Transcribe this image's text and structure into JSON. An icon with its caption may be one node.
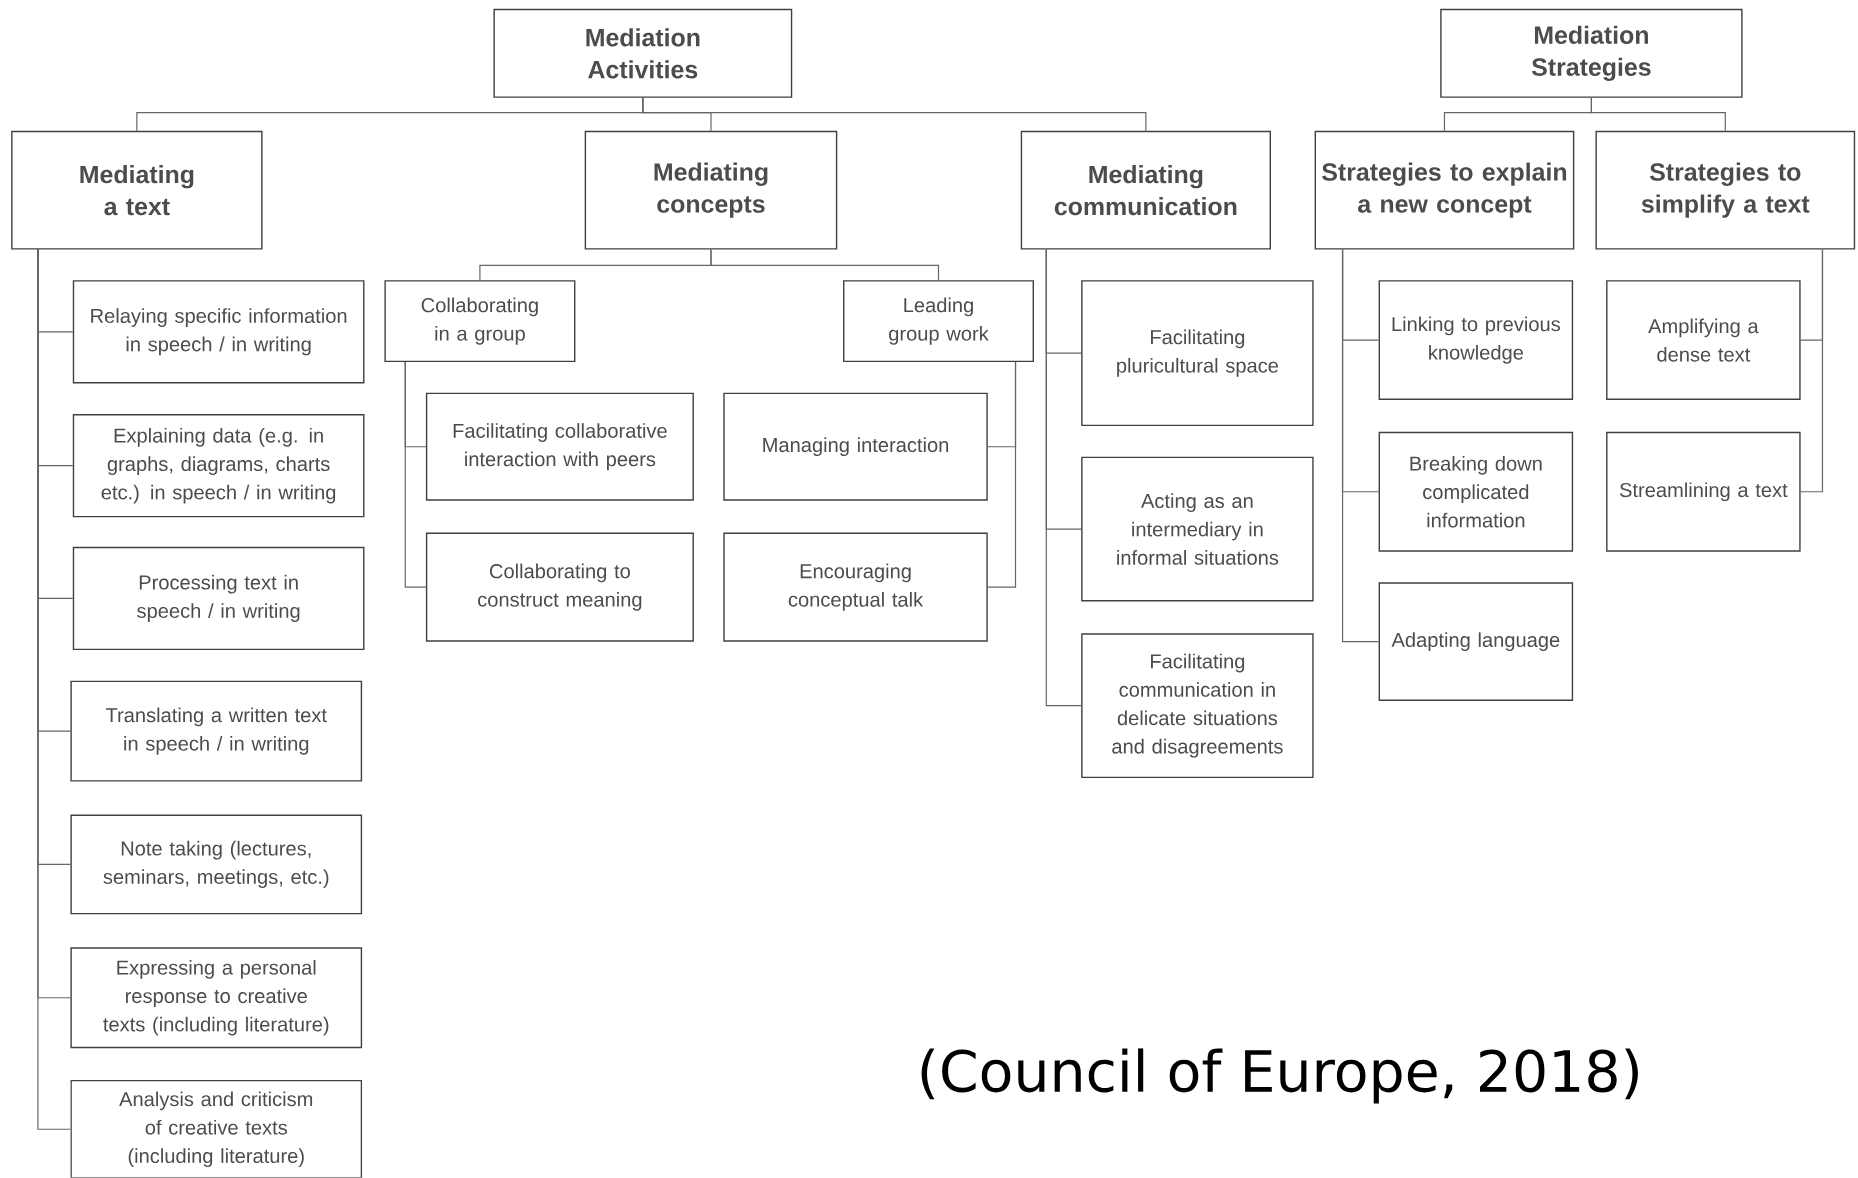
{
  "diagram": {
    "caption": "(Council of Europe, 2018)",
    "nodes": [
      {
        "text": [
          "Mediation Activities"
        ]
      },
      {
        "text": [
          "Mediation Strategies"
        ]
      },
      {
        "text": [
          "Mediating a text"
        ]
      },
      {
        "text": [
          "Mediating concepts"
        ]
      },
      {
        "text": [
          "Mediating communication"
        ]
      },
      {
        "text": [
          "Strategies to explain a new concept"
        ]
      },
      {
        "text": [
          "Strategies to simplify a text"
        ]
      },
      {
        "text": [
          "Relaying specific information in speech / in writing"
        ]
      },
      {
        "text": [
          "Explaining data (e.g. in graphs, diagrams, charts etc.) in speech / in writing"
        ]
      },
      {
        "text": [
          "Processing text in speech / in writing"
        ]
      },
      {
        "text": [
          "Translating a written text in speech / in writing"
        ]
      },
      {
        "text": [
          "Note taking (lectures, seminars, meetings, etc.)"
        ]
      },
      {
        "text": [
          "Expressing a personal response to creative texts (including literature)"
        ]
      },
      {
        "text": [
          "Analysis and criticism of creative texts (including literature)"
        ]
      },
      {
        "text": [
          "Collaborating in a group"
        ]
      },
      {
        "text": [
          "Leading group work"
        ]
      },
      {
        "text": [
          "Facilitating collaborative interaction with peers"
        ]
      },
      {
        "text": [
          "Collaborating to construct meaning"
        ]
      },
      {
        "text": [
          "Managing interaction"
        ]
      },
      {
        "text": [
          "Encouraging conceptual talk"
        ]
      },
      {
        "text": [
          "Facilitating pluricultural space"
        ]
      },
      {
        "text": [
          "Acting as an intermediary in informal situations"
        ]
      },
      {
        "text": [
          "Facilitating communication in delicate situations and disagreements"
        ]
      },
      {
        "text": [
          "Linking to previous knowledge"
        ]
      },
      {
        "text": [
          "Breaking down complicated information"
        ]
      },
      {
        "text": [
          "Adapting language"
        ]
      },
      {
        "text": [
          "Amplifying a dense text"
        ]
      },
      {
        "text": [
          "Streamlining a text"
        ]
      }
    ],
    "edges": [
      {
        "from": 0,
        "to": 2,
        "arrow": "none"
      },
      {
        "from": 0,
        "to": 3,
        "arrow": "none"
      },
      {
        "from": 0,
        "to": 4,
        "arrow": "none"
      },
      {
        "from": 1,
        "to": 5,
        "arrow": "none"
      },
      {
        "from": 1,
        "to": 6,
        "arrow": "none"
      },
      {
        "from": 2,
        "to": 7,
        "arrow": "none"
      },
      {
        "from": 2,
        "to": 8,
        "arrow": "none"
      },
      {
        "from": 2,
        "to": 9,
        "arrow": "none"
      },
      {
        "from": 2,
        "to": 10,
        "arrow": "none"
      },
      {
        "from": 2,
        "to": 11,
        "arrow": "none"
      },
      {
        "from": 2,
        "to": 12,
        "arrow": "none"
      },
      {
        "from": 2,
        "to": 13,
        "arrow": "none"
      },
      {
        "from": 3,
        "to": 14,
        "arrow": "none"
      },
      {
        "from": 3,
        "to": 15,
        "arrow": "none"
      },
      {
        "from": 14,
        "to": 16,
        "arrow": "none"
      },
      {
        "from": 14,
        "to": 17,
        "arrow": "none"
      },
      {
        "from": 15,
        "to": 18,
        "arrow": "none"
      },
      {
        "from": 15,
        "to": 19,
        "arrow": "none"
      },
      {
        "from": 4,
        "to": 20,
        "arrow": "none"
      },
      {
        "from": 4,
        "to": 21,
        "arrow": "none"
      },
      {
        "from": 4,
        "to": 22,
        "arrow": "none"
      },
      {
        "from": 5,
        "to": 23,
        "arrow": "none"
      },
      {
        "from": 5,
        "to": 24,
        "arrow": "none"
      },
      {
        "from": 5,
        "to": 25,
        "arrow": "none"
      },
      {
        "from": 6,
        "to": 26,
        "arrow": "none"
      },
      {
        "from": 6,
        "to": 27,
        "arrow": "none"
      }
    ]
  }
}
